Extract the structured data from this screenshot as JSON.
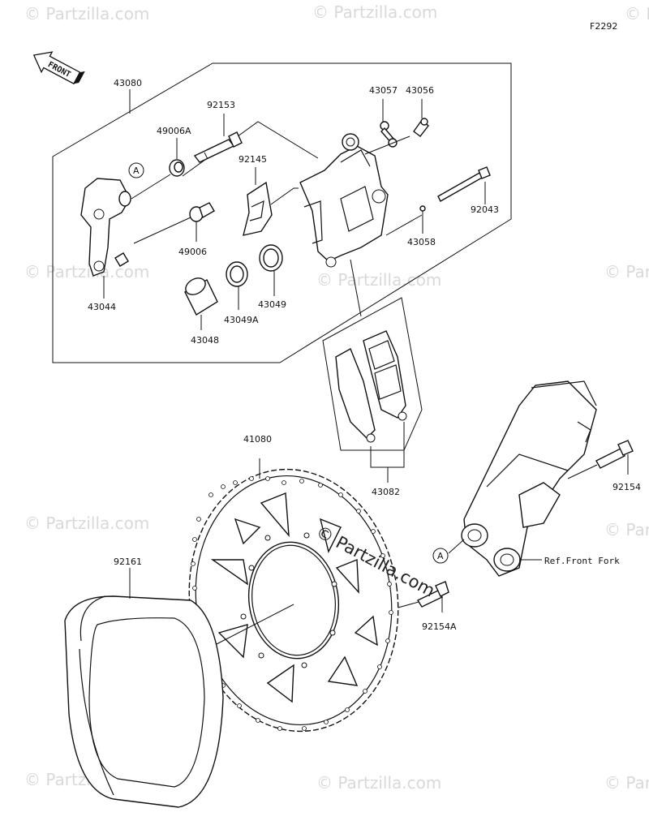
{
  "figure_code": "F2292",
  "front_label": "FRONT",
  "watermark": "© Partzilla.com",
  "center_watermark": "© Partzilla.com",
  "parts": {
    "p43080": "43080",
    "p92153": "92153",
    "p49006A": "49006A",
    "p92145": "92145",
    "p43057": "43057",
    "p43056": "43056",
    "p92043": "92043",
    "p43058": "43058",
    "p49006": "49006",
    "p43044": "43044",
    "p43049": "43049",
    "p43049A": "43049A",
    "p43048": "43048",
    "p41080": "41080",
    "p43082": "43082",
    "p92154": "92154",
    "p92154A": "92154A",
    "p92161": "92161",
    "ref_fork": "Ref.Front Fork"
  },
  "callout_a": "A"
}
